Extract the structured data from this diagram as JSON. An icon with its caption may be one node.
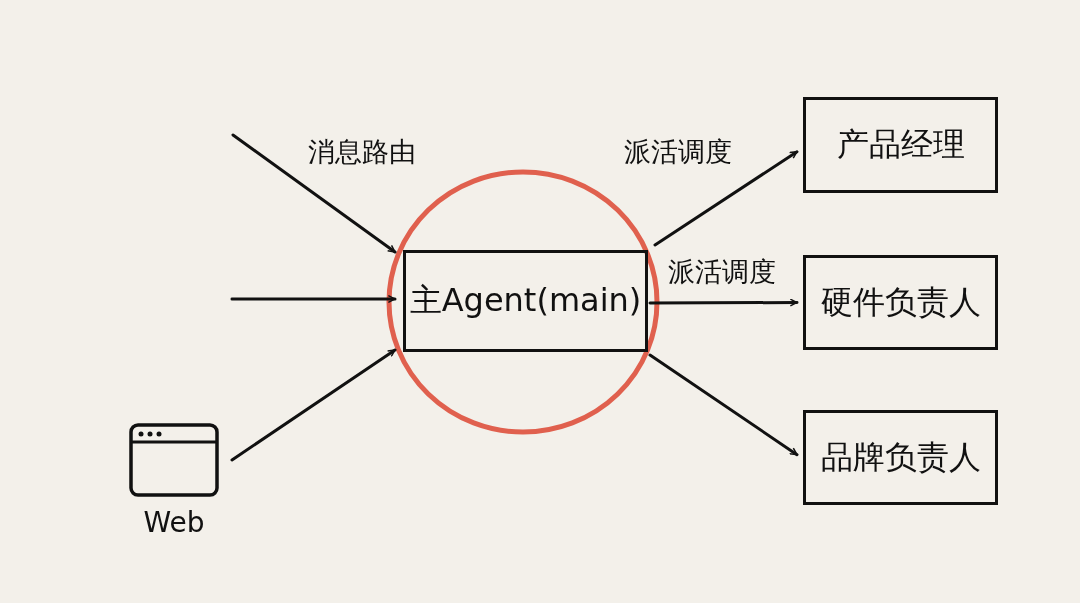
{
  "diagram": {
    "nodes": [
      {
        "text": [
          "Web"
        ]
      },
      {
        "text": [
          "主Agent(main)"
        ]
      },
      {
        "text": [
          "产品经理"
        ]
      },
      {
        "text": [
          "硬件负责人"
        ]
      },
      {
        "text": [
          "品牌负责人"
        ]
      }
    ],
    "edges": [
      {
        "from": null,
        "to": 1,
        "arrow": "to",
        "label": "消息路由"
      },
      {
        "from": null,
        "to": 1,
        "arrow": "to"
      },
      {
        "from": 0,
        "to": 1,
        "arrow": "to"
      },
      {
        "from": 1,
        "to": 2,
        "arrow": "to",
        "label": "派活调度"
      },
      {
        "from": 1,
        "to": 3,
        "arrow": "to",
        "label": "派活调度"
      },
      {
        "from": 1,
        "to": 4,
        "arrow": "to"
      }
    ]
  }
}
